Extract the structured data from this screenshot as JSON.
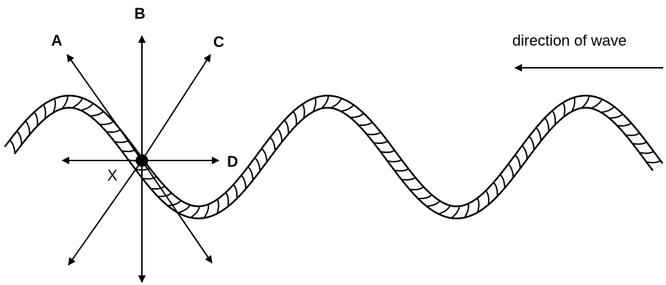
{
  "labels": {
    "a": "A",
    "b": "B",
    "c": "C",
    "d": "D",
    "x": "X",
    "direction": "direction of wave"
  },
  "colors": {
    "ink": "#000000",
    "paper": "#ffffff"
  }
}
